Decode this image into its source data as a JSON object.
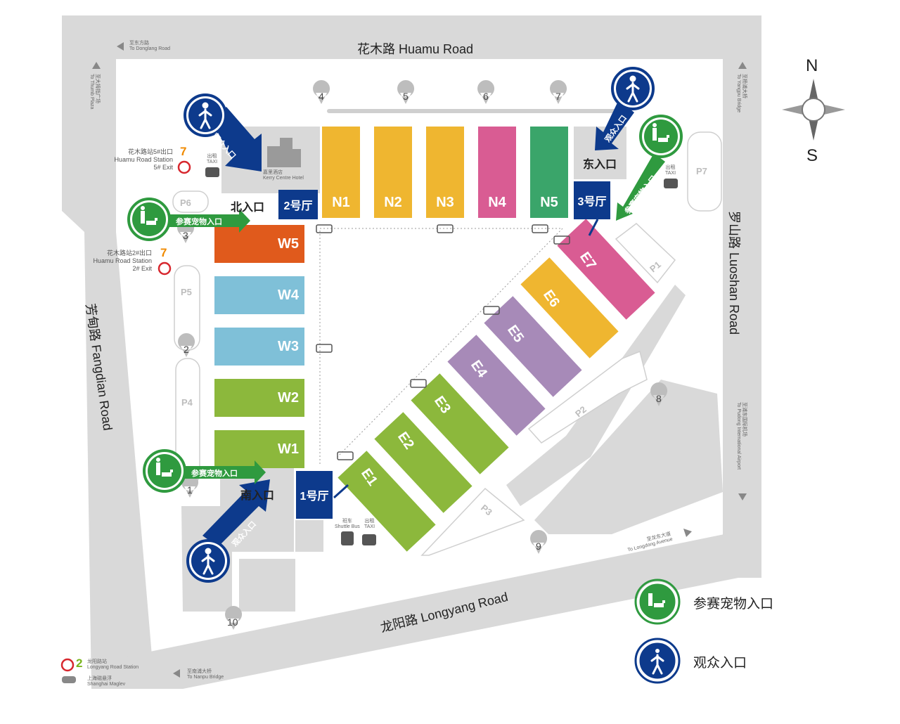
{
  "roads": {
    "north": "花木路 Huamu Road",
    "east": "罗山路 Luoshan Road",
    "west": "芳甸路 Fangdian Road",
    "south": "龙阳路 Longyang Road"
  },
  "compass": {
    "n": "N",
    "s": "S"
  },
  "directions": {
    "donglang_cn": "至东方路",
    "donglang_en": "To Donglang Road",
    "thumb_cn": "至大拇指广场",
    "thumb_en": "To Thumb Plaza",
    "yangpu_cn": "至杨浦大桥",
    "yangpu_en": "To Yangpu Bridge",
    "pudong_cn": "至浦东国际机场",
    "pudong_en": "To Pudong International Airport",
    "longdong_cn": "至龙东大道",
    "longdong_en": "To Longdong Avenue",
    "nanpu_cn": "至南浦大桥",
    "nanpu_en": "To Nanpu Bridge"
  },
  "stations": {
    "huamu5_cn": "花木路站5#出口",
    "huamu5_en": "Huamu Road Station",
    "huamu5_exit": "5# Exit",
    "huamu2_cn": "花木路站2#出口",
    "huamu2_en": "Huamu Road Station",
    "huamu2_exit": "2# Exit",
    "line7": "7",
    "line2": "2",
    "longyang_cn": "龙阳路站",
    "longyang_en": "Longyang Road Station",
    "maglev_cn": "上海磁悬浮",
    "maglev_en": "Shanghai Maglev"
  },
  "hotel": {
    "cn": "嘉里酒店",
    "en": "Kerry Centre Hotel"
  },
  "taxi": {
    "cn": "出租",
    "en": "TAXI"
  },
  "shuttle": {
    "cn": "班车",
    "en": "Shuttle Bus"
  },
  "entrances": {
    "north": "北入口",
    "east": "东入口",
    "south": "南入口"
  },
  "arrow_labels": {
    "visitor": "观众入口",
    "pet": "参赛宠物入口"
  },
  "vhalls": {
    "h1": "1号厅",
    "h2": "2号厅",
    "h3": "3号厅"
  },
  "halls_n": [
    "N1",
    "N2",
    "N3",
    "N4",
    "N5"
  ],
  "halls_w": [
    "W5",
    "W4",
    "W3",
    "W2",
    "W1"
  ],
  "halls_e": [
    "E1",
    "E2",
    "E3",
    "E4",
    "E5",
    "E6",
    "E7"
  ],
  "parking": [
    "P1",
    "P2",
    "P3",
    "P4",
    "P5",
    "P6",
    "P7"
  ],
  "gates": [
    "1",
    "2",
    "3",
    "4",
    "5",
    "6",
    "7",
    "8",
    "9",
    "10"
  ],
  "legend": {
    "pet": "参赛宠物入口",
    "visitor": "观众入口"
  },
  "colors": {
    "road": "#d9d9d9",
    "yellow": "#efb630",
    "pink": "#d95c93",
    "green_hall": "#3aa56a",
    "orange": "#e05a1c",
    "blue_light": "#7fc0d8",
    "lime": "#8cb83c",
    "purple": "#a78ab8",
    "navy": "#0d3a8c",
    "pet_green": "#2f9a3f",
    "metro7": "#f08a00",
    "metro2": "#7ab51d"
  }
}
